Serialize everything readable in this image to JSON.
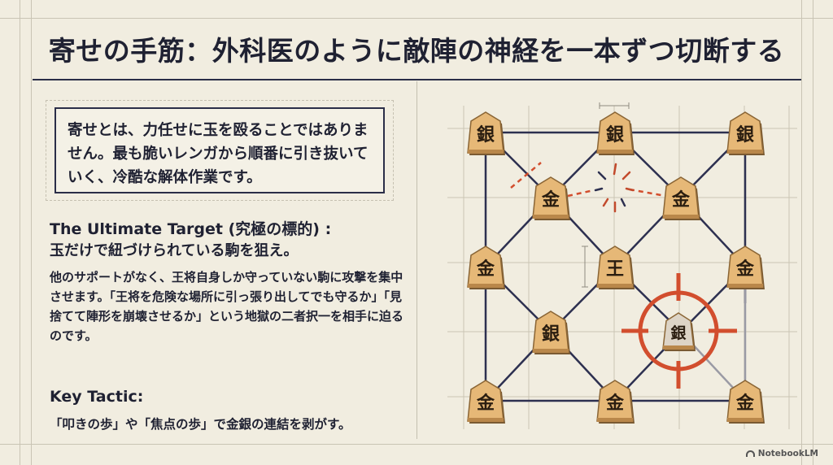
{
  "title": "寄せの手筋：外科医のように敵陣の神経を一本ずつ切断する",
  "quote": "寄せとは、力任せに玉を殴ることではありません。最も脆いレンガから順番に引き抜いていく、冷酷な解体作業です。",
  "target": {
    "heading": "The Ultimate Target (究極の標的) :",
    "subheading": "玉だけで紐づけられている駒を狙え。",
    "body": "他のサポートがなく、王将自身しか守っていない駒に攻撃を集中させます。「王将を危険な場所に引っ張り出してでも守るか」「見捨てて陣形を崩壊させるか」という地獄の二者択一を相手に迫るのです。"
  },
  "tactic": {
    "heading": "Key Tactic:",
    "text": "「叩きの歩」や「焦点の歩」で金銀の連結を剥がす。"
  },
  "board": {
    "pieces": [
      {
        "id": "silver-top-left",
        "label": "銀"
      },
      {
        "id": "silver-top-center",
        "label": "銀"
      },
      {
        "id": "silver-top-right",
        "label": "銀"
      },
      {
        "id": "gold-upper-left",
        "label": "金"
      },
      {
        "id": "gold-upper-right",
        "label": "金"
      },
      {
        "id": "gold-mid-left",
        "label": "金"
      },
      {
        "id": "king-center",
        "label": "王"
      },
      {
        "id": "gold-mid-right",
        "label": "金"
      },
      {
        "id": "silver-lower-left",
        "label": "銀"
      },
      {
        "id": "silver-target",
        "label": "銀"
      },
      {
        "id": "gold-bottom-left",
        "label": "金"
      },
      {
        "id": "gold-bottom-center",
        "label": "金"
      },
      {
        "id": "gold-bottom-right",
        "label": "金"
      }
    ],
    "colors": {
      "piece_fill": "#e6b877",
      "target_piece_fill": "#ddd4c6",
      "line": "#2d3050",
      "attack": "#d24e2e"
    }
  },
  "watermark": "NotebookLM"
}
